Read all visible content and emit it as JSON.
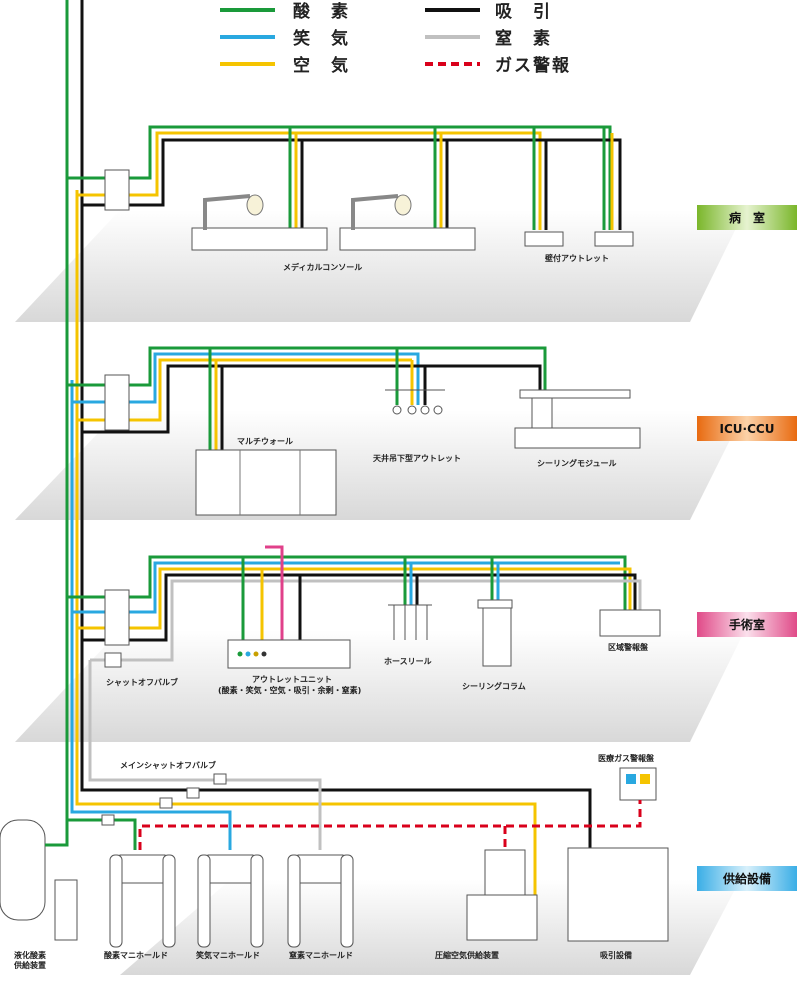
{
  "legend": [
    {
      "label": "酸　素",
      "color": "#1a9a3a",
      "style": "solid"
    },
    {
      "label": "笑　気",
      "color": "#29a8e0",
      "style": "solid"
    },
    {
      "label": "空　気",
      "color": "#f5c400",
      "style": "solid"
    },
    {
      "label": "吸　引",
      "color": "#111111",
      "style": "solid"
    },
    {
      "label": "窒　素",
      "color": "#c0c0c0",
      "style": "solid"
    },
    {
      "label": "ガス警報",
      "color": "#d9001b",
      "style": "dashed"
    }
  ],
  "floors": [
    {
      "name": "病　室",
      "color": "#8cc63f"
    },
    {
      "name": "ICU·CCU",
      "color": "#f08020"
    },
    {
      "name": "手術室",
      "color": "#e85a90"
    },
    {
      "name": "供給設備",
      "color": "#5bbde8"
    }
  ],
  "labels": {
    "medical_console": "メディカルコンソール",
    "wall_outlet": "壁付アウトレット",
    "multi_wall": "マルチウォール",
    "ceiling_outlet": "天井吊下型アウトレット",
    "ceiling_module": "シーリングモジュール",
    "hose_reel": "ホースリール",
    "ceiling_column": "シーリングコラム",
    "area_alarm": "区域警報盤",
    "outlet_unit": "アウトレットユニット",
    "outlet_unit_sub": "(酸素・笑気・空気・吸引・余剰・窒素)",
    "shutoff_valve": "シャットオフバルブ",
    "main_shutoff_valve": "メインシャットオフバルブ",
    "gas_alarm_panel": "医療ガス警報盤",
    "lox_supply_1": "液化酸素",
    "lox_supply_2": "供給装置",
    "o2_manifold": "酸素マニホールド",
    "n2o_manifold": "笑気マニホールド",
    "n2_manifold": "窒素マニホールド",
    "air_supply": "圧縮空気供給装置",
    "suction_equipment": "吸引設備"
  }
}
